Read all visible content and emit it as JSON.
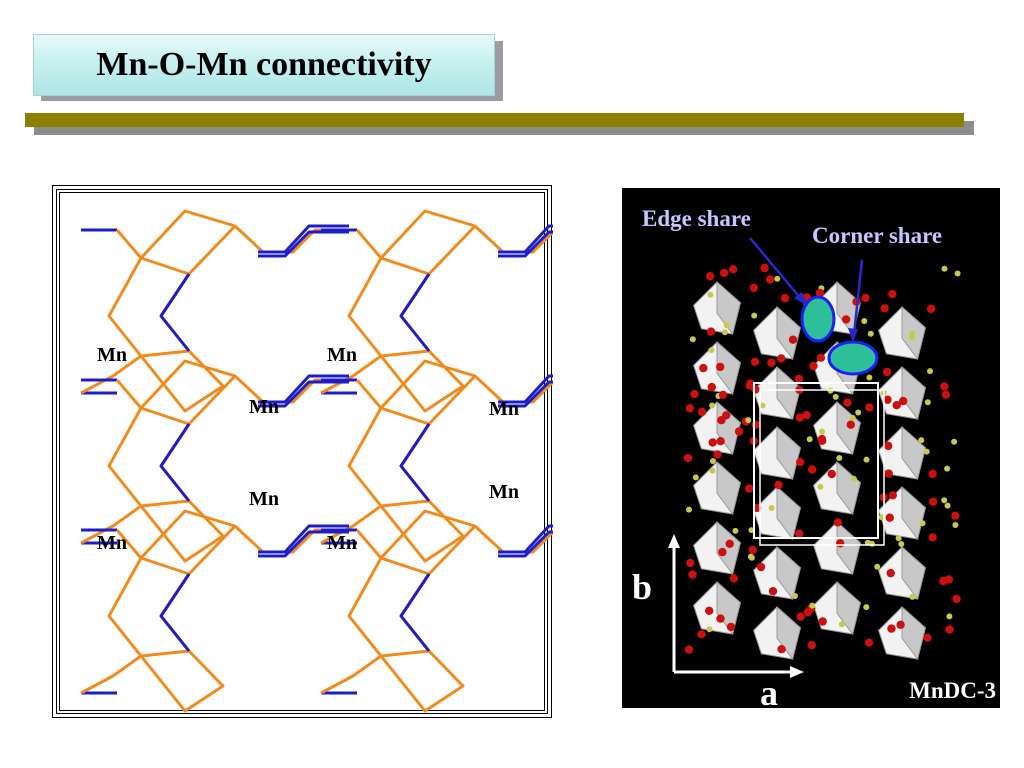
{
  "slide": {
    "title": "Mn-O-Mn connectivity"
  },
  "colors": {
    "title_bg": "#c6f0f0",
    "rule": "#8c8000",
    "orange_bond": "#f08c1e",
    "blue_bond": "#1e1ec8",
    "polyhedra": "#e6e6e6",
    "oxygen": "#cc1010",
    "carbon": "#c8c84a",
    "arrow": "#2828d0",
    "highlight_fill": "#2cbf9a",
    "highlight_stroke": "#1e1ef0"
  },
  "lattice_diagram": {
    "mn_labels": [
      "Mn",
      "Mn",
      "Mn",
      "Mn",
      "Mn",
      "Mn",
      "Mn",
      "Mn"
    ]
  },
  "crystal_image": {
    "edge_share_label": "Edge share",
    "corner_share_label": "Corner share",
    "axis_b_label": "b",
    "axis_a_label": "a",
    "compound_label": "MnDC-3"
  }
}
